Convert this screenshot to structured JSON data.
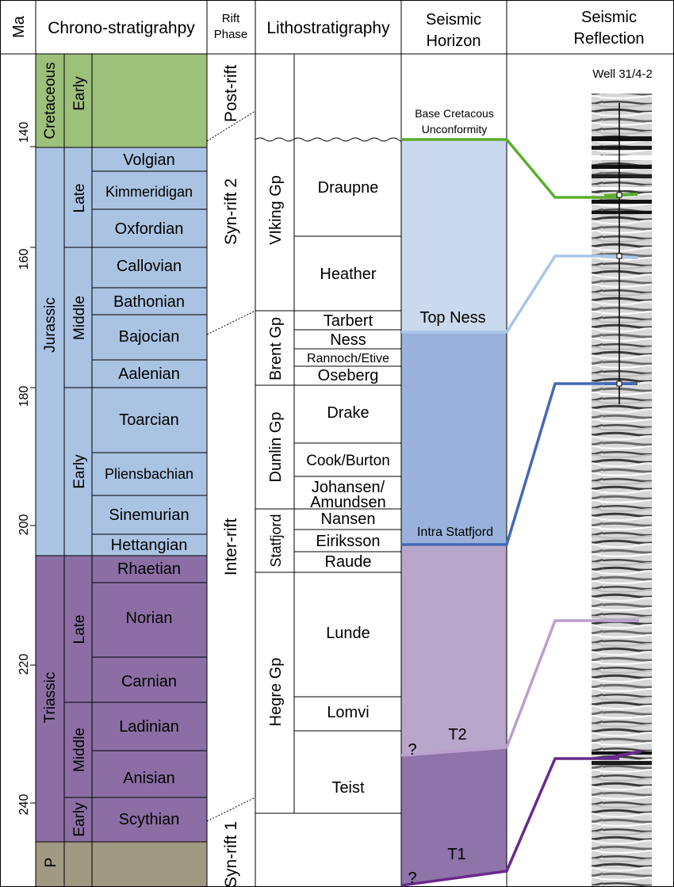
{
  "headers": {
    "ma": "Ma",
    "chrono": "Chrono-stratigrahpy",
    "rift_line1": "Rift",
    "rift_line2": "Phase",
    "litho": "Lithostratigraphy",
    "seismic_horizon_line1": "Seismic",
    "seismic_horizon_line2": "Horizon",
    "seismic_reflection_line1": "Seismic",
    "seismic_reflection_line2": "Reflection"
  },
  "ma_ticks": [
    "140",
    "160",
    "180",
    "200",
    "220",
    "240"
  ],
  "periods": [
    "Cretaceous",
    "Jurassic",
    "Triassic",
    "P"
  ],
  "epochs": [
    "Early",
    "Late",
    "Middle",
    "Early",
    "Late",
    "Middle",
    "Early"
  ],
  "stages": [
    "Volgian",
    "Kimmeridigan",
    "Oxfordian",
    "Callovian",
    "Bathonian",
    "Bajocian",
    "Aalenian",
    "Toarcian",
    "Pliensbachian",
    "Sinemurian",
    "Hettangian",
    "Rhaetian",
    "Norian",
    "Carnian",
    "Ladinian",
    "Anisian",
    "Scythian"
  ],
  "rift_phases": [
    "Post-rift",
    "Syn-rift 2",
    "Inter-rift",
    "Syn-rift 1"
  ],
  "groups": [
    "VIking Gp",
    "Brent Gp",
    "Dunlin Gp",
    "Statfjord",
    "Hegre Gp"
  ],
  "formations": [
    "Draupne",
    "Heather",
    "Tarbert",
    "Ness",
    "Rannoch/Etive",
    "Oseberg",
    "Drake",
    "Cook/Burton",
    "Johansen/",
    "Amundsen",
    "Nansen",
    "Eiriksson",
    "Raude",
    "Lunde",
    "Lomvi",
    "Teist"
  ],
  "horizons": {
    "bcu_line1": "Base Cretacous",
    "bcu_line2": "Unconformity",
    "top_ness": "Top Ness",
    "intra_statfjord": "Intra Statfjord",
    "t2": "T2",
    "t1": "T1",
    "q1": "?",
    "q2": "?"
  },
  "well_label": "Well 31/4-2",
  "colors": {
    "cretaceous": "#9dc07b",
    "jurassic": "#aac3e3",
    "triassic": "#8c6ea5",
    "permian": "#a29983",
    "bcu": "#5bad2f",
    "top_ness": "#a9c6e8",
    "intra_statfjord": "#4469b5",
    "t2": "#bb9fcf",
    "t1": "#6a2a8c"
  }
}
